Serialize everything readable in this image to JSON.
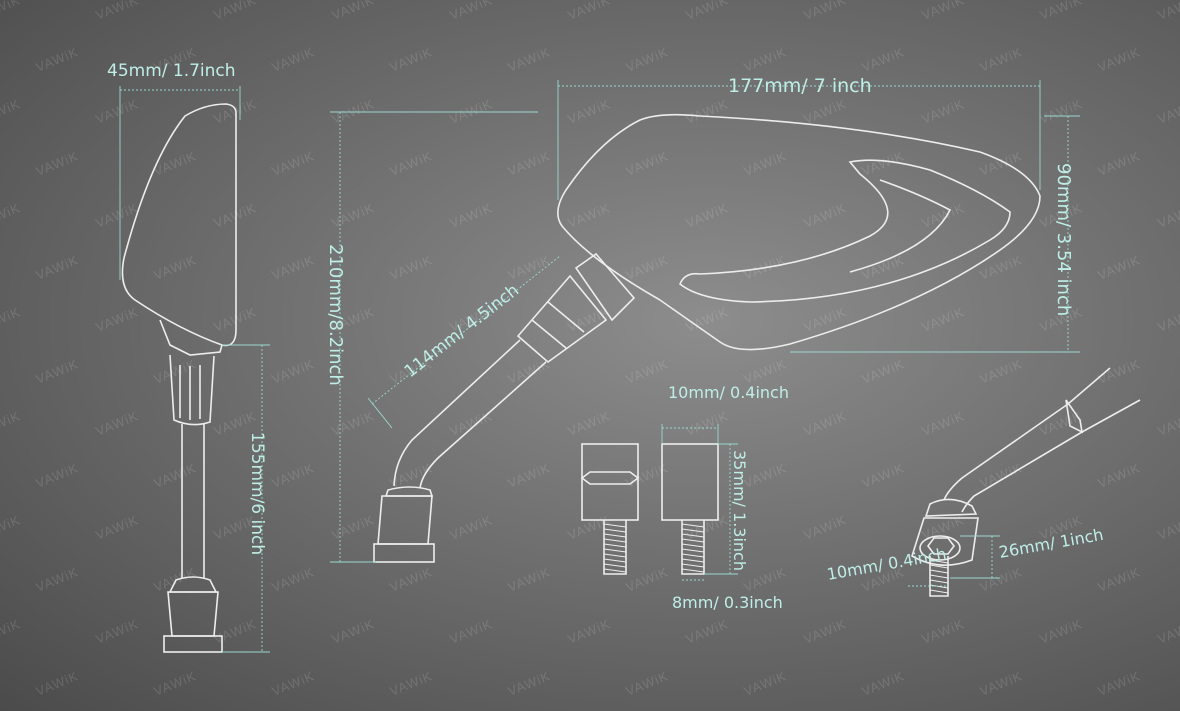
{
  "brand": "VAWiK",
  "colors": {
    "dimension_text": "#bfeee6",
    "outline": "#ededed",
    "background": "#6f6f6f"
  },
  "dimensions": {
    "side_width": "45mm/ 1.7inch",
    "mirror_width": "177mm/ 7 inch",
    "mirror_height": "90mm/ 3.54 inch",
    "total_height": "210mm/8.2inch",
    "arm_length": "114mm/ 4.5inch",
    "stem_length": "155mm/6 inch",
    "adapter_width": "10mm/ 0.4inch",
    "adapter_height": "35mm/ 1.3inch",
    "thread_diameter": "8mm/ 0.3inch",
    "base_thread": "10mm/ 0.4inch",
    "base_height": "26mm/ 1inch"
  }
}
